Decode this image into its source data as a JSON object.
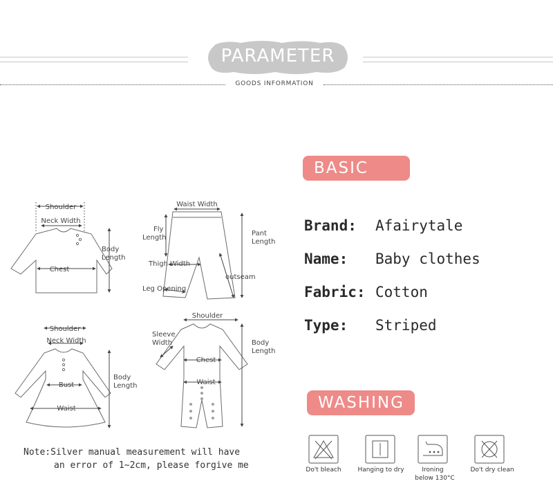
{
  "header": {
    "title": "PARAMETER",
    "subtitle": "GOODS INFORMATION"
  },
  "diagrams": {
    "shirt": {
      "shoulder": "Shoulder",
      "neck": "Neck Width",
      "chest": "Chest",
      "body": "Body",
      "length": "Length"
    },
    "pants": {
      "waist": "Waist Width",
      "fly": "Fly",
      "fly_length": "Length",
      "thigh": "Thigh Width",
      "leg": "Leg Opening",
      "pant": "Pant",
      "pant_length": "Length",
      "outseam": "outseam"
    },
    "dress": {
      "shoulder": "Shoulder",
      "neck": "Neck Width",
      "bust": "Bust",
      "waist": "Waist",
      "body": "Body",
      "length": "Length"
    },
    "romper": {
      "shoulder": "Shoulder",
      "sleeve": "Sleeve",
      "sleeve_width": "Width",
      "chest": "Chest",
      "waist": "Waist",
      "body": "Body",
      "length": "Length"
    }
  },
  "basic": {
    "label": "BASIC",
    "rows": [
      {
        "key": "Brand:",
        "value": "Afairytale"
      },
      {
        "key": "Name:",
        "value": "Baby clothes"
      },
      {
        "key": "Fabric:",
        "value": "Cotton"
      },
      {
        "key": "Type:",
        "value": "Striped"
      }
    ]
  },
  "washing": {
    "label": "WASHING",
    "items": [
      {
        "icon": "no-bleach-icon",
        "label": "Do't bleach"
      },
      {
        "icon": "hang-dry-icon",
        "label": "Hanging to dry"
      },
      {
        "icon": "iron-icon",
        "label": "Ironing",
        "label2": "below 130°C"
      },
      {
        "icon": "no-dry-clean-icon",
        "label": "Do't dry clean"
      }
    ]
  },
  "note": {
    "line1": "Note:Silver manual measurement will have",
    "line2": "an error of 1~2cm, please forgive me"
  },
  "colors": {
    "accent": "#ee8a88",
    "badge": "#c8c8c8",
    "line": "#c9c9c9"
  }
}
